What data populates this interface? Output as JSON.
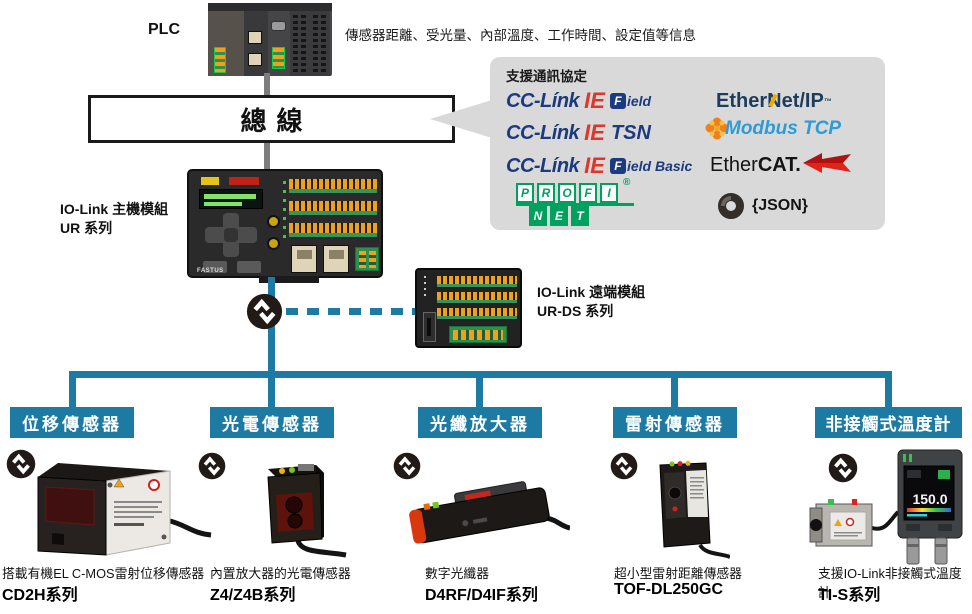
{
  "top": {
    "plc_label": "PLC",
    "plc_info": "傳感器距離、受光量、內部溫度、工作時間、設定值等信息",
    "bus_label": "總線"
  },
  "protocol_panel": {
    "title": "支援通訊協定",
    "cclink_field": {
      "prefix": "CC-Línk",
      "ie": "IE",
      "badge": "F",
      "suffix": "ield"
    },
    "cclink_tsn": {
      "prefix": "CC-Línk",
      "ie": "IE",
      "suffix": "TSN"
    },
    "cclink_field_basic": {
      "prefix": "CC-Línk",
      "ie": "IE",
      "badge": "F",
      "suffix": "ield Basic"
    },
    "ethernet_ip": {
      "part1": "Ether",
      "n": "N",
      "part2": "et/IP",
      "tm": "™"
    },
    "modbus": {
      "label": "Modbus TCP"
    },
    "ethercat": {
      "part1": "Ether",
      "part2": "CAT."
    },
    "profinet": {
      "letters1": [
        "P",
        "R",
        "O",
        "F",
        "I"
      ],
      "letters2": [
        "N",
        "E",
        "T"
      ],
      "reg": "®"
    },
    "json": {
      "label": "{JSON}"
    }
  },
  "master_module": {
    "label_line1": "IO-Link 主機模組",
    "label_line2": "UR 系列",
    "brand": "FASTUS"
  },
  "remote_module": {
    "label_line1": "IO-Link 遠端模組",
    "label_line2": "UR-DS 系列"
  },
  "sensors": [
    {
      "category": "位移傳感器",
      "description": "搭載有機EL C-MOS雷射位移傳感器",
      "series": "CD2H系列"
    },
    {
      "category": "光電傳感器",
      "description": "內置放大器的光電傳感器",
      "series": "Z4/Z4B系列"
    },
    {
      "category": "光纖放大器",
      "description": "數字光纖器",
      "series": "D4RF/D4IF系列"
    },
    {
      "category": "雷射傳感器",
      "description": "超小型雷射距離傳感器",
      "series": "TOF-DL250GC"
    },
    {
      "category": "非接觸式溫度計",
      "description": "支援IO-Link非接觸式溫度計",
      "series": "TI-S系列",
      "screen_value": "150.0"
    }
  ],
  "colors": {
    "accent_blue": "#1d7ba3",
    "panel_gray": "#d9d9da",
    "line_gray": "#7d7d7d",
    "cclink_navy": "#1c3a7e",
    "cclink_red": "#e0352b",
    "ethernet_navy": "#1d3d5c",
    "ethernet_yellow": "#f2a900",
    "modbus_blue": "#2e9bd6",
    "modbus_orange": "#f08018",
    "ethercat_red": "#e2231a",
    "profinet_green": "#00a05f"
  }
}
